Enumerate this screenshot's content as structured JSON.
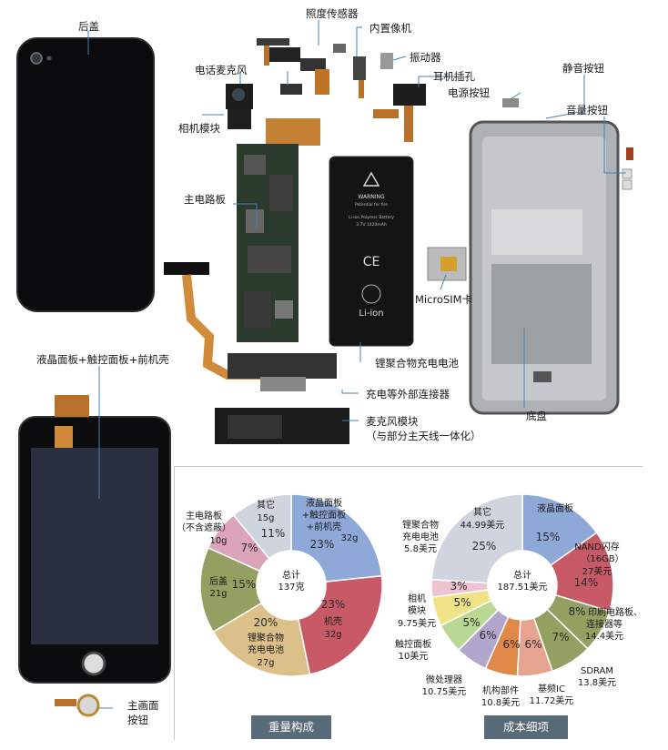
{
  "labels": {
    "back_cover": "后盖",
    "ambient_sensor": "照度传感器",
    "front_camera": "内置像机",
    "vibrator": "振动器",
    "phone_mic": "电话麦克风",
    "headphone_jack": "耳机插孔",
    "power_button": "电源按钮",
    "mute_button": "静音按钮",
    "volume_button": "音量按钮",
    "camera_module": "相机模块",
    "main_board": "主电路板",
    "microsim": "MicroSIM卡",
    "battery": "锂聚合物充电电池",
    "dock_connector": "充电等外部连接器",
    "chassis": "底盘",
    "lcd_touch_front": "液晶面板+触控面板+前机壳",
    "mic_module": "麦克风模块",
    "mic_module_note": "（与部分主天线一体化）",
    "home_button_1": "主画面",
    "home_button_2": "按钮"
  },
  "battery_print": {
    "line1": "WARNING",
    "line2": "Potential for fire",
    "line3": "Li-ion Polymer Battery",
    "line4": "3.7V 1420mAh",
    "line5": "Li-ion",
    "ce": "CE"
  },
  "colors": {
    "blue": "#8ea8d8",
    "red": "#c85a68",
    "tan": "#dcc08a",
    "olive": "#93a062",
    "pink": "#dca4b8",
    "gray": "#cfd4de",
    "orange": "#e08848",
    "lightpink": "#efc2cf",
    "yellow": "#f0e286",
    "lightgreen": "#bad894",
    "lavender": "#b2a6cc",
    "salmon": "#e6a490"
  },
  "weight_title": "重量构成",
  "cost_title": "成本细项",
  "chart_data": [
    {
      "type": "pie",
      "title": "重量构成",
      "center_label": "总计",
      "center_value": "137克",
      "slices": [
        {
          "label": "液晶面板+触控面板+前机壳",
          "value": 32,
          "unit": "g",
          "percent": 23,
          "color": "#8ea8d8"
        },
        {
          "label": "机壳",
          "value": 32,
          "unit": "g",
          "percent": 23,
          "color": "#c85a68"
        },
        {
          "label": "锂聚合物充电电池",
          "value": 27,
          "unit": "g",
          "percent": 20,
          "color": "#dcc08a"
        },
        {
          "label": "后盖",
          "value": 21,
          "unit": "g",
          "percent": 15,
          "color": "#93a062"
        },
        {
          "label": "主电路板（不含遮蔽）",
          "value": 10,
          "unit": "g",
          "percent": 7,
          "color": "#dca4b8"
        },
        {
          "label": "其它",
          "value": 15,
          "unit": "g",
          "percent": 11,
          "color": "#cfd4de"
        }
      ]
    },
    {
      "type": "pie",
      "title": "成本细项",
      "center_label": "总计",
      "center_value": "187.51美元",
      "slices": [
        {
          "label": "液晶面板",
          "value": 28.5,
          "unit": "美元",
          "percent": 15,
          "color": "#8ea8d8"
        },
        {
          "label": "NAND闪存（16GB）",
          "value": 27,
          "unit": "美元",
          "percent": 14,
          "color": "#c85a68"
        },
        {
          "label": "印刷电路板、连接器等",
          "value": 14.4,
          "unit": "美元",
          "percent": 8,
          "color": "#93a062"
        },
        {
          "label": "SDRAM",
          "value": 13.8,
          "unit": "美元",
          "percent": 7,
          "color": "#93a062"
        },
        {
          "label": "基频IC",
          "value": 11.72,
          "unit": "美元",
          "percent": 6,
          "color": "#e6a490"
        },
        {
          "label": "机构部件",
          "value": 10.8,
          "unit": "美元",
          "percent": 6,
          "color": "#e08848"
        },
        {
          "label": "微处理器",
          "value": 10.75,
          "unit": "美元",
          "percent": 6,
          "color": "#b2a6cc"
        },
        {
          "label": "触控面板",
          "value": 10,
          "unit": "美元",
          "percent": 5,
          "color": "#bad894"
        },
        {
          "label": "相机模块",
          "value": 9.75,
          "unit": "美元",
          "percent": 5,
          "color": "#f0e286"
        },
        {
          "label": "锂聚合物充电电池",
          "value": 5.8,
          "unit": "美元",
          "percent": 3,
          "color": "#efc2cf"
        },
        {
          "label": "其它",
          "value": 44.99,
          "unit": "美元",
          "percent": 25,
          "color": "#cfd4de"
        }
      ]
    }
  ],
  "weight_labels": {
    "lcd_1": "液晶面板",
    "lcd_2": "+触控面板",
    "lcd_3": "+前机壳",
    "lcd_v": "32g",
    "lcd_p": "23%",
    "case": "机壳",
    "case_v": "32g",
    "case_p": "23%",
    "bat_1": "锂聚合物",
    "bat_2": "充电电池",
    "bat_v": "27g",
    "bat_p": "20%",
    "back": "后盖",
    "back_v": "21g",
    "back_p": "15%",
    "mb_1": "主电路板",
    "mb_2": "（不含遮蔽）",
    "mb_v": "10g",
    "mb_p": "7%",
    "oth": "其它",
    "oth_v": "15g",
    "oth_p": "11%",
    "center_1": "总计",
    "center_2": "137克"
  },
  "cost_labels": {
    "lcd": "液晶面板",
    "lcd_p": "15%",
    "nand_1": "NAND闪存",
    "nand_2": "（16GB）",
    "nand_v": "27美元",
    "nand_p": "14%",
    "pcb_1": "印刷电路板、",
    "pcb_2": "连接器等",
    "pcb_v": "14.4美元",
    "pcb_p": "8%",
    "sdram": "SDRAM",
    "sdram_v": "13.8美元",
    "sdram_p": "7%",
    "bb": "基频IC",
    "bb_v": "11.72美元",
    "bb_p": "6%",
    "mech": "机构部件",
    "mech_v": "10.8美元",
    "mech_p": "6%",
    "cpu": "微处理器",
    "cpu_v": "10.75美元",
    "cpu_p": "6%",
    "touch": "触控面板",
    "touch_v": "10美元",
    "touch_p": "5%",
    "cam_1": "相机",
    "cam_2": "模块",
    "cam_v": "9.75美元",
    "cam_p": "5%",
    "bat_1": "锂聚合物",
    "bat_2": "充电电池",
    "bat_v": "5.8美元",
    "bat_p": "3%",
    "oth": "其它",
    "oth_v": "44.99美元",
    "oth_p": "25%",
    "center_1": "总计",
    "center_2": "187.51美元"
  }
}
